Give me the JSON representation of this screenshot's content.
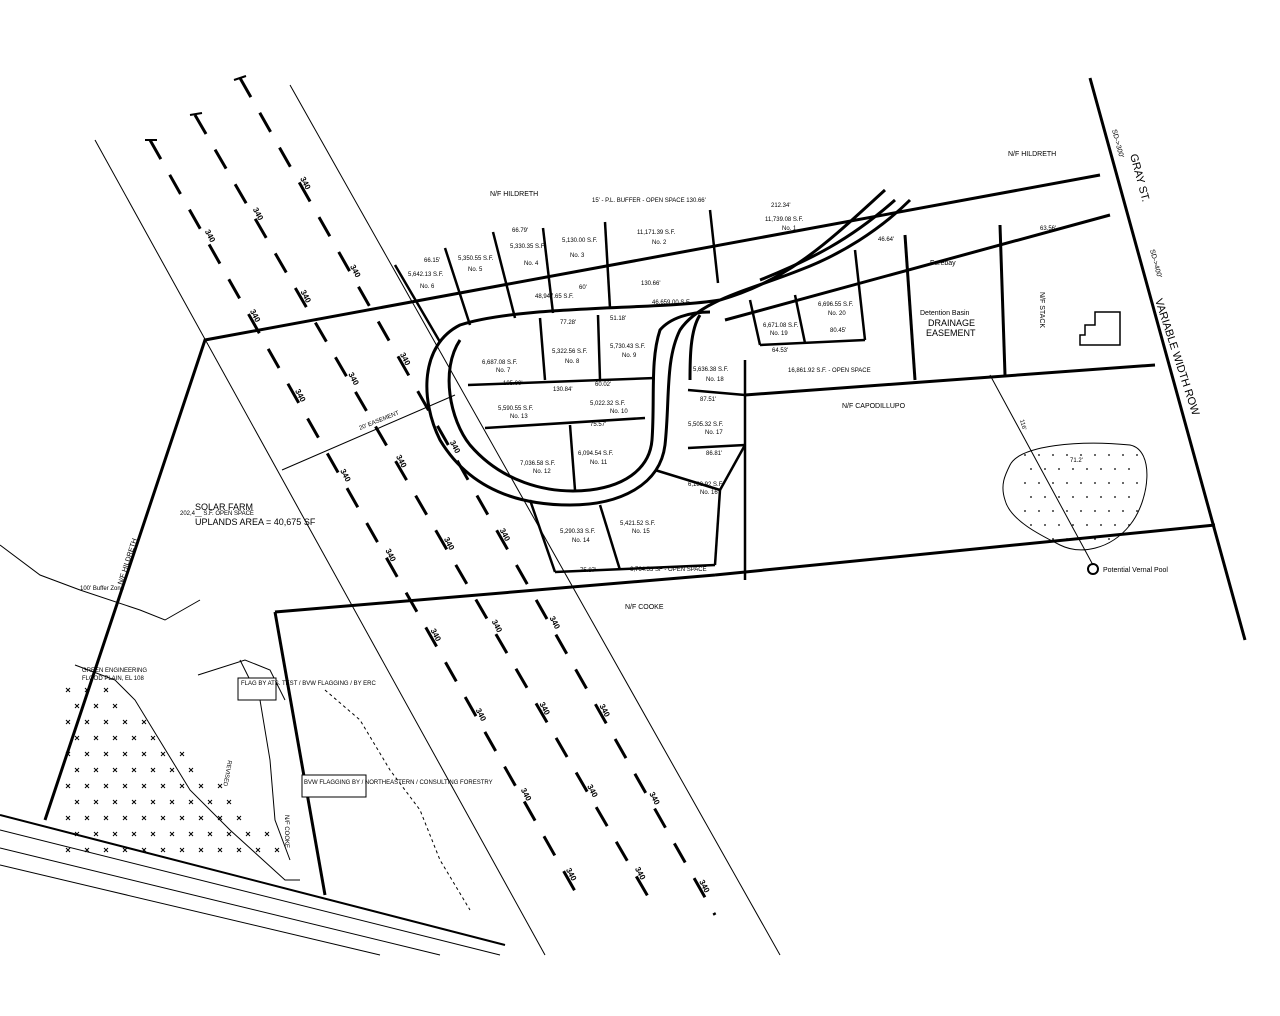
{
  "drawing": {
    "owners": {
      "hildreth_top": "N/F HILDRETH",
      "hildreth_mid": "N/F HILDRETH",
      "hildreth_left": "N/F HILDRETH",
      "capodillupo": "N/F CAPODILLUPO",
      "cooke": "N/F COOKE",
      "stack": "N/F STACK",
      "cooke_lower": "N/F COOKE"
    },
    "streets": {
      "gray_st": "GRAY ST.",
      "variable_width": "VARIABLE WIDTH ROW",
      "sd_300": "SD->300'",
      "sd_400": "SD->400'"
    },
    "solar": {
      "solar_farm": "SOLAR FARM",
      "open_space": "202,4__ S.F. OPEN SPACE",
      "uplands": "UPLANDS AREA = 40,675 SF"
    },
    "easement": "20' EASEMENT",
    "buffer": "100' Buffer Zone",
    "vernal_pool": "Potential Vernal Pool",
    "forebay": "Forebay",
    "detention": "Detention Basin",
    "drainage": "DRAINAGE",
    "drainage2": "EASEMENT",
    "buffer_os": "15' - P.L. BUFFER - OPEN SPACE 130.66'",
    "open_space_row": "16,861.92 S.F. - OPEN SPACE",
    "open_space_bottom": "6,764.53 SF - OPEN SPACE",
    "road_area": "46,659.00 S.F.",
    "road_area2": "48,947.65 S.F.",
    "green_eng": "GREEN ENGINEERING",
    "flood_plain": "FLOOD PLAIN, EL 108",
    "flag_box_1": "FLAG BY ATS. TEST / BVW FLAGGING / BY ERC",
    "flag_box_2": "BVW FLAGGING BY / NORTHEASTERN / CONSULTING FORESTRY",
    "revised": "REVISED",
    "cooke_side": "N/F COOKE",
    "power_mark": "340",
    "lots": [
      {
        "area": "11,739.08 S.F.",
        "no": "No. 1"
      },
      {
        "area": "11,171.39 S.F.",
        "no": "No. 2"
      },
      {
        "area": "5,130.00 S.F.",
        "no": "No. 3"
      },
      {
        "area": "5,330.35 S.F.",
        "no": "No. 4"
      },
      {
        "area": "5,350.55 S.F.",
        "no": "No. 5"
      },
      {
        "area": "5,642.13 S.F.",
        "no": "No. 6"
      },
      {
        "area": "6,687.08 S.F.",
        "no": "No. 7"
      },
      {
        "area": "5,322.56 S.F.",
        "no": "No. 8"
      },
      {
        "area": "5,730.43 S.F.",
        "no": "No. 9"
      },
      {
        "area": "5,022.32 S.F.",
        "no": "No. 10"
      },
      {
        "area": "6,094.54 S.F.",
        "no": "No. 11"
      },
      {
        "area": "7,036.58 S.F.",
        "no": "No. 12"
      },
      {
        "area": "5,590.55 S.F.",
        "no": "No. 13"
      },
      {
        "area": "5,290.33 S.F.",
        "no": "No. 14"
      },
      {
        "area": "5,421.52 S.F.",
        "no": "No. 15"
      },
      {
        "area": "6,180.92 S.F.",
        "no": "No. 16"
      },
      {
        "area": "5,505.32 S.F.",
        "no": "No. 17"
      },
      {
        "area": "5,636.38 S.F.",
        "no": "No. 18"
      },
      {
        "area": "6,671.08 S.F.",
        "no": "No. 19"
      },
      {
        "area": "6,696.55 S.F.",
        "no": "No. 20"
      }
    ],
    "dims": {
      "d1": "212.34'",
      "d2": "130.66'",
      "d3": "60'",
      "d4": "66.79'",
      "d5": "66.15'",
      "d6": "77.28'",
      "d7": "51.18'",
      "d8": "105.00'",
      "d9": "130.84'",
      "d10": "60.02'",
      "d11": "87.51'",
      "d12": "86.81'",
      "d13": "75.57'",
      "d14": "46.64'",
      "d15": "80.45'",
      "d16": "64.53'",
      "d17": "116'",
      "d18": "71.2'",
      "d19": "63.56'",
      "d20": "75.87'"
    }
  }
}
